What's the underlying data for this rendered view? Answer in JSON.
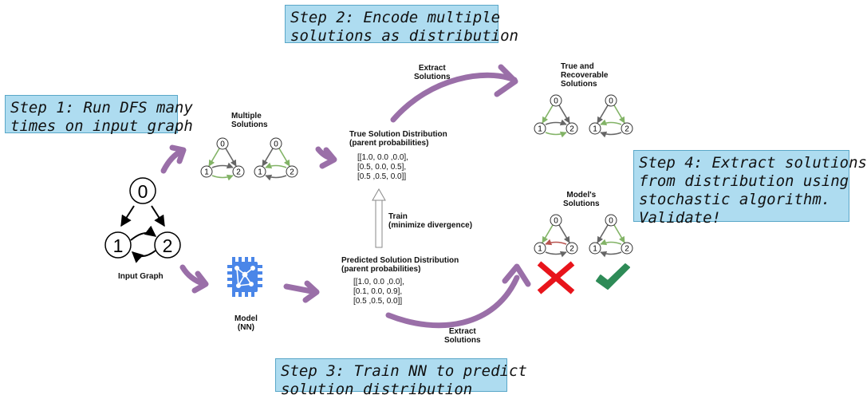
{
  "steps": {
    "step1": "Step 1: Run DFS many\ntimes on input graph",
    "step2": "Step 2: Encode multiple\nsolutions as distribution",
    "step3": "Step 3: Train NN to predict\nsolution distribution",
    "step4": "Step 4: Extract solutions\nfrom distribution using\nstochastic algorithm.\nValidate!"
  },
  "labels": {
    "input_graph": "Input Graph",
    "multiple_solutions": "Multiple\nSolutions",
    "true_dist_title": "True Solution Distribution\n(parent probabilities)",
    "true_dist_matrix": "[[1.0, 0.0 ,0.0],\n[0.5, 0.0, 0.5],\n[0.5 ,0.5, 0.0]]",
    "pred_dist_title": "Predicted Solution Distribution\n(parent probabilities)",
    "pred_dist_matrix": "[[1.0, 0.0 ,0.0],\n[0.1, 0.0, 0.9],\n[0.5 ,0.5, 0.0]]",
    "train": "Train\n(minimize divergence)",
    "model": "Model\n(NN)",
    "extract_top": "Extract\nSolutions",
    "extract_bottom": "Extract\nSolutions",
    "true_recoverable": "True and\nRecoverable\nSolutions",
    "models_solutions": "Model's\nSolutions"
  },
  "nodes": {
    "n0": "0",
    "n1": "1",
    "n2": "2"
  },
  "colors": {
    "step_box": "#aedcf0",
    "arrow_purple": "#9a6fa8",
    "edge_green": "#82b366",
    "edge_red": "#b85450",
    "edge_gray": "#666666",
    "cross_red": "#e8141b",
    "check_green": "#2e8b57",
    "chip_blue": "#4a86e8"
  },
  "icons": [
    "chip-icon",
    "cross-icon",
    "check-icon"
  ]
}
